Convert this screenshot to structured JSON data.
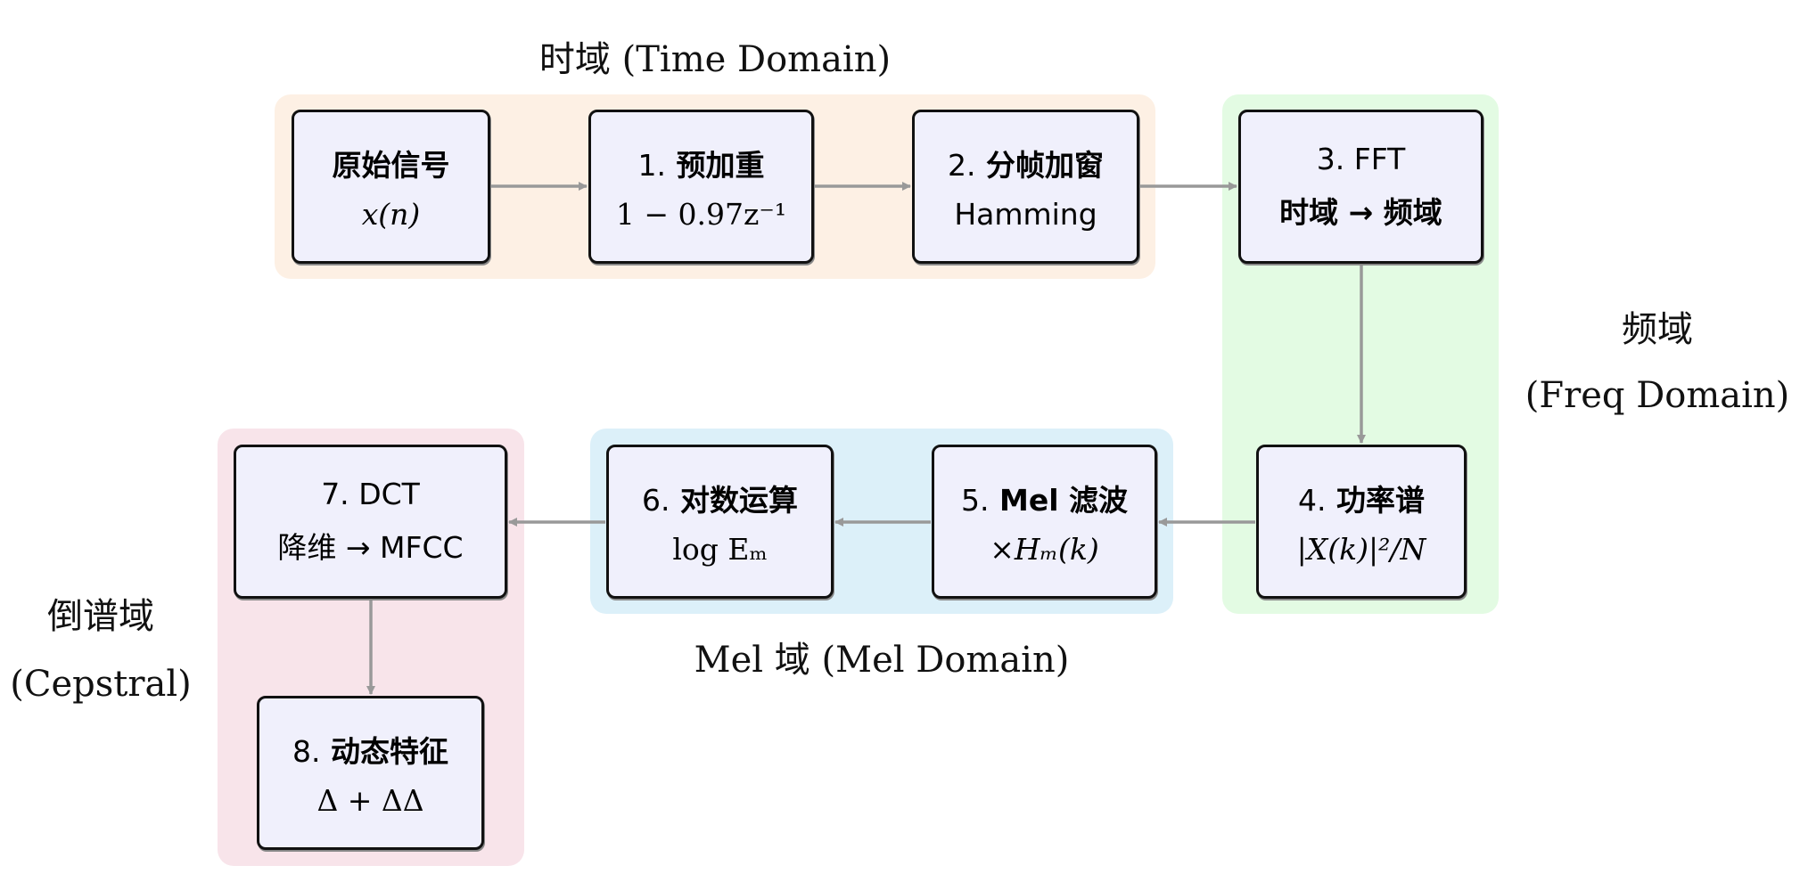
{
  "regions": {
    "time": {
      "label": "时域 (Time Domain)",
      "color": "#fdf0e4"
    },
    "freq": {
      "label_line1": "频域",
      "label_line2": "(Freq Domain)",
      "color": "#e3fbe3"
    },
    "mel": {
      "label": "Mel 域 (Mel Domain)",
      "color": "#dcf0f9"
    },
    "cepstral": {
      "label_line1": "倒谱域",
      "label_line2": "(Cepstral)",
      "color": "#f8e4ea"
    }
  },
  "nodes": {
    "raw": {
      "title": "原始信号",
      "sub": "x(n)"
    },
    "s1": {
      "num": "1.",
      "title": "预加重",
      "sub": "1 − 0.97z⁻¹"
    },
    "s2": {
      "num": "2.",
      "title": "分帧加窗",
      "sub": "Hamming"
    },
    "s3": {
      "num": "3.",
      "title": "FFT",
      "sub": "时域 → 频域"
    },
    "s4": {
      "num": "4.",
      "title": "功率谱",
      "sub": "|X(k)|²/N"
    },
    "s5": {
      "num": "5.",
      "title": "Mel 滤波",
      "sub": "×Hₘ(k)"
    },
    "s6": {
      "num": "6.",
      "title": "对数运算",
      "sub": "log Eₘ"
    },
    "s7": {
      "num": "7.",
      "title": "DCT",
      "sub": "降维 → MFCC"
    },
    "s8": {
      "num": "8.",
      "title": "动态特征",
      "sub": "Δ + ΔΔ"
    }
  },
  "box_fill": "#f0f0fc",
  "arrow_color": "#999999"
}
